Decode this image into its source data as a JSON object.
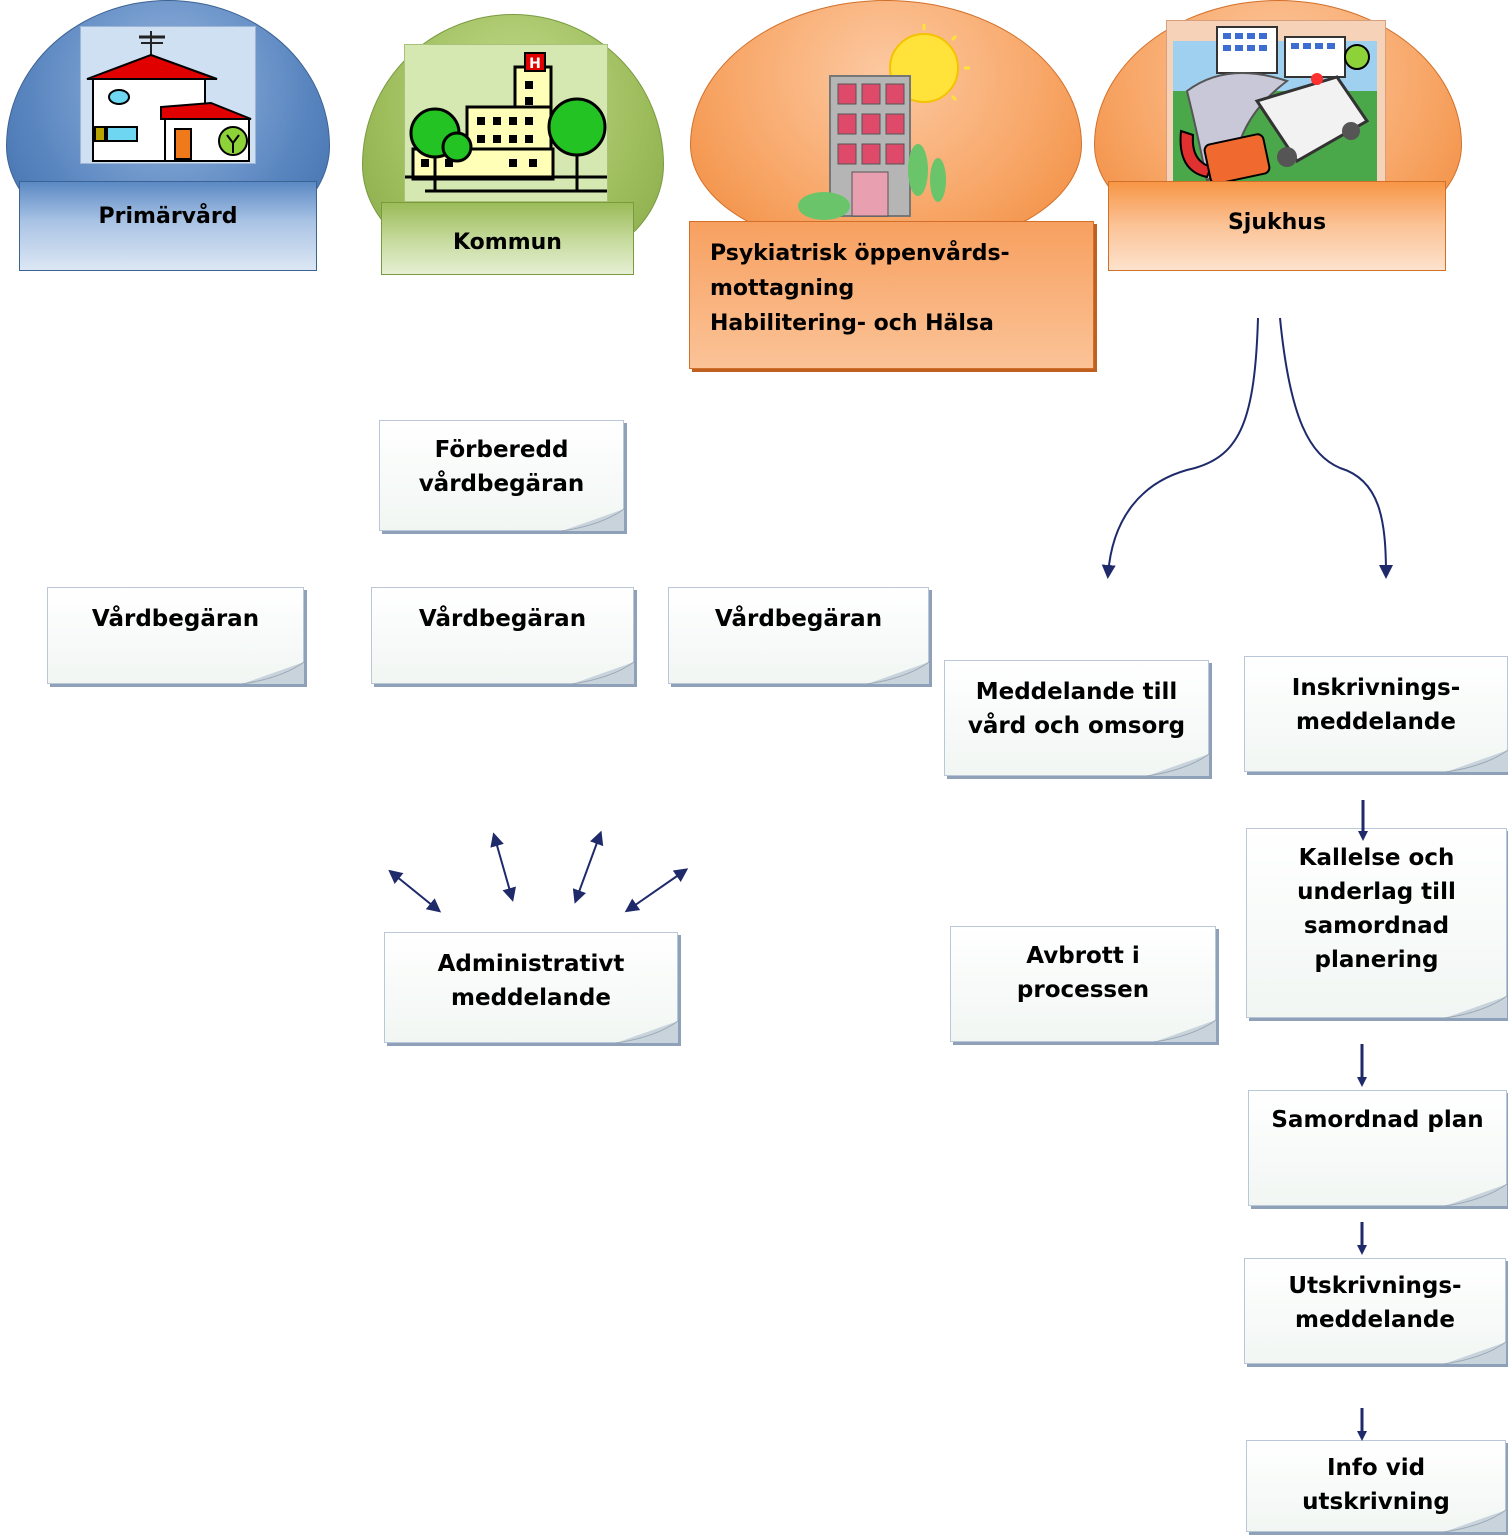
{
  "orgs": {
    "primarvard": "Primärvård",
    "kommun": "Kommun",
    "psykiatri_line1": "Psykiatrisk öppenvårds-",
    "psykiatri_line2": "mottagning",
    "psykiatri_line3": "Habilitering- och Hälsa",
    "sjukhus": "Sjukhus"
  },
  "notes": {
    "forberedd_1": "Förberedd",
    "forberedd_2": "vårdbegäran",
    "vardbegaran_1": "Vårdbegäran",
    "vardbegaran_2": "Vårdbegäran",
    "vardbegaran_3": "Vårdbegäran",
    "administrativt_1": "Administrativt",
    "administrativt_2": "meddelande",
    "meddelande_1": "Meddelande till",
    "meddelande_2": "vård och omsorg",
    "avbrott_1": "Avbrott i",
    "avbrott_2": "processen",
    "inskrivning_1": "Inskrivnings-",
    "inskrivning_2": "meddelande",
    "kallelse_1": "Kallelse och",
    "kallelse_2": "underlag till",
    "kallelse_3": "samordnad",
    "kallelse_4": "planering",
    "samordnad_plan": "Samordnad plan",
    "utskrivning_1": "Utskrivnings-",
    "utskrivning_2": "meddelande",
    "info_1": "Info vid",
    "info_2": "utskrivning"
  },
  "colors": {
    "blue": "#4f81bd",
    "green": "#9bbb59",
    "orange": "#f79646",
    "arrow": "#1f2a6b"
  }
}
